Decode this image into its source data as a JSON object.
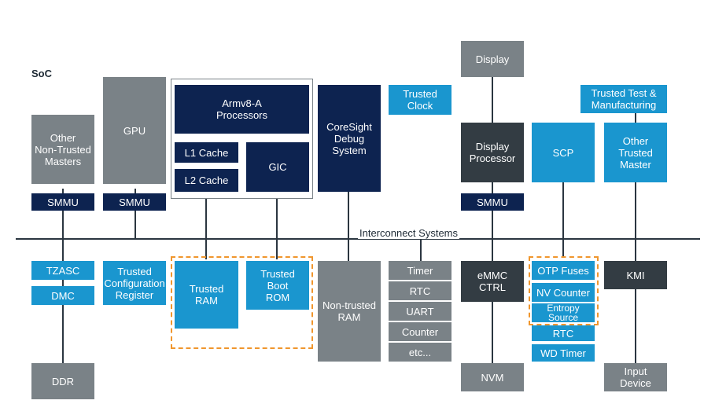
{
  "soc_label": "SoC",
  "bus_label": "Interconnect Systems",
  "blocks": {
    "display": "Display",
    "trusted_test": "Trusted Test &\nManufacturing",
    "trusted_clock": "Trusted\nClock",
    "other_non_trusted": "Other\nNon-Trusted\nMasters",
    "gpu": "GPU",
    "armv8": "Armv8-A\nProcessors",
    "l1_cache": "L1 Cache",
    "l2_cache": "L2 Cache",
    "gic": "GIC",
    "coresight": "CoreSight\nDebug\nSystem",
    "display_processor": "Display\nProcessor",
    "scp": "SCP",
    "other_trusted_master": "Other\nTrusted\nMaster",
    "smmu_1": "SMMU",
    "smmu_2": "SMMU",
    "smmu_3": "SMMU",
    "tzasc": "TZASC",
    "dmc": "DMC",
    "trusted_config": "Trusted\nConfiguration\nRegister",
    "trusted_ram": "Trusted\nRAM",
    "trusted_boot_rom": "Trusted\nBoot\nROM",
    "non_trusted_ram": "Non-trusted\nRAM",
    "timer": "Timer",
    "rtc_gray": "RTC",
    "uart": "UART",
    "counter": "Counter",
    "etc": "etc...",
    "emmc": "eMMC\nCTRL",
    "otp_fuses": "OTP Fuses",
    "nv_counter": "NV Counter",
    "entropy": "Entropy\nSource",
    "rtc_blue": "RTC",
    "wd_timer": "WD Timer",
    "kmi": "KMI",
    "ddr": "DDR",
    "nvm": "NVM",
    "input_device": "Input\nDevice"
  }
}
